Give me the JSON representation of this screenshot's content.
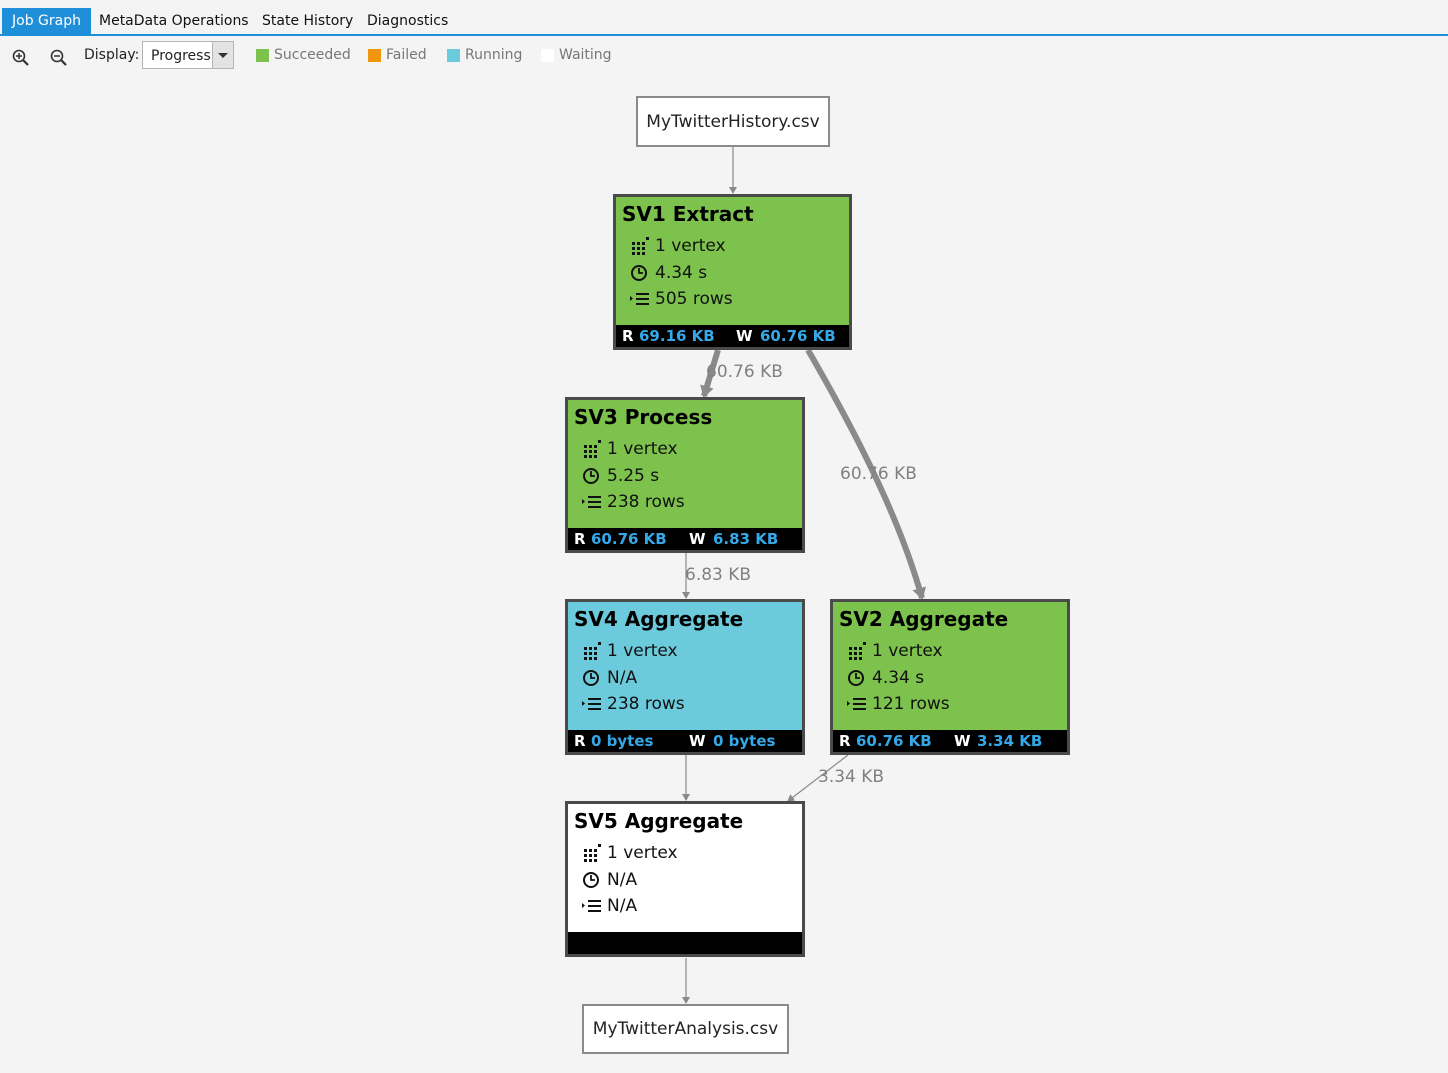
{
  "tabs": [
    {
      "label": "Job Graph",
      "active": true
    },
    {
      "label": "MetaData Operations",
      "active": false
    },
    {
      "label": "State History",
      "active": false
    },
    {
      "label": "Diagnostics",
      "active": false
    }
  ],
  "toolbar": {
    "display_label": "Display:",
    "display_value": "Progress",
    "legend": [
      {
        "label": "Succeeded",
        "color": "#7cc24c"
      },
      {
        "label": "Failed",
        "color": "#f0960f"
      },
      {
        "label": "Running",
        "color": "#6bcbdc"
      },
      {
        "label": "Waiting",
        "color": "#ffffff"
      }
    ]
  },
  "files": {
    "input": "MyTwitterHistory.csv",
    "output": "MyTwitterAnalysis.csv"
  },
  "stages": {
    "sv1": {
      "title": "SV1 Extract",
      "vertex": "1 vertex",
      "time": "4.34 s",
      "rows": "505 rows",
      "read": "69.16 KB",
      "write": "60.76 KB",
      "state": "Succeeded"
    },
    "sv3": {
      "title": "SV3 Process",
      "vertex": "1 vertex",
      "time": "5.25 s",
      "rows": "238 rows",
      "read": "60.76 KB",
      "write": "6.83 KB",
      "state": "Succeeded"
    },
    "sv4": {
      "title": "SV4 Aggregate",
      "vertex": "1 vertex",
      "time": "N/A",
      "rows": "238 rows",
      "read": "0 bytes",
      "write": "0 bytes",
      "state": "Running"
    },
    "sv2": {
      "title": "SV2 Aggregate",
      "vertex": "1 vertex",
      "time": "4.34 s",
      "rows": "121 rows",
      "read": "60.76 KB",
      "write": "3.34 KB",
      "state": "Succeeded"
    },
    "sv5": {
      "title": "SV5 Aggregate",
      "vertex": "1 vertex",
      "time": "N/A",
      "rows": "N/A",
      "state": "Waiting"
    }
  },
  "footer_keys": {
    "read": "R",
    "write": "W"
  },
  "edge_labels": {
    "sv1_sv3": "60.76 KB",
    "sv1_sv2": "60.76 KB",
    "sv3_sv4": "6.83 KB",
    "sv2_sv5": "3.34 KB"
  }
}
